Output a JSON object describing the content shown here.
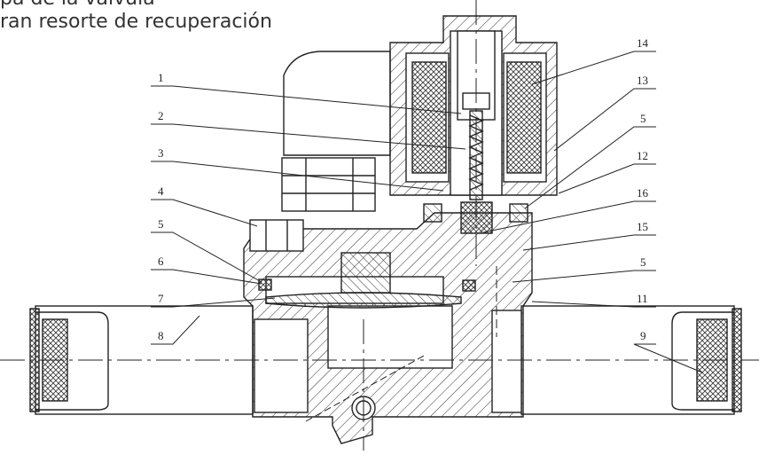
{
  "captions": [
    "pa de la válvula",
    "ran resorte de recuperación"
  ],
  "labels": {
    "l1": "1",
    "l2": "2",
    "l3": "3",
    "l4": "4",
    "l5a": "5",
    "l6": "6",
    "l7": "7",
    "l8": "8",
    "l14": "14",
    "l13": "13",
    "l5b": "5",
    "l12": "12",
    "l16": "16",
    "l15": "15",
    "l5c": "5",
    "l11": "11",
    "l9": "9"
  },
  "colors": {
    "line": "#222222",
    "background": "#ffffff"
  }
}
